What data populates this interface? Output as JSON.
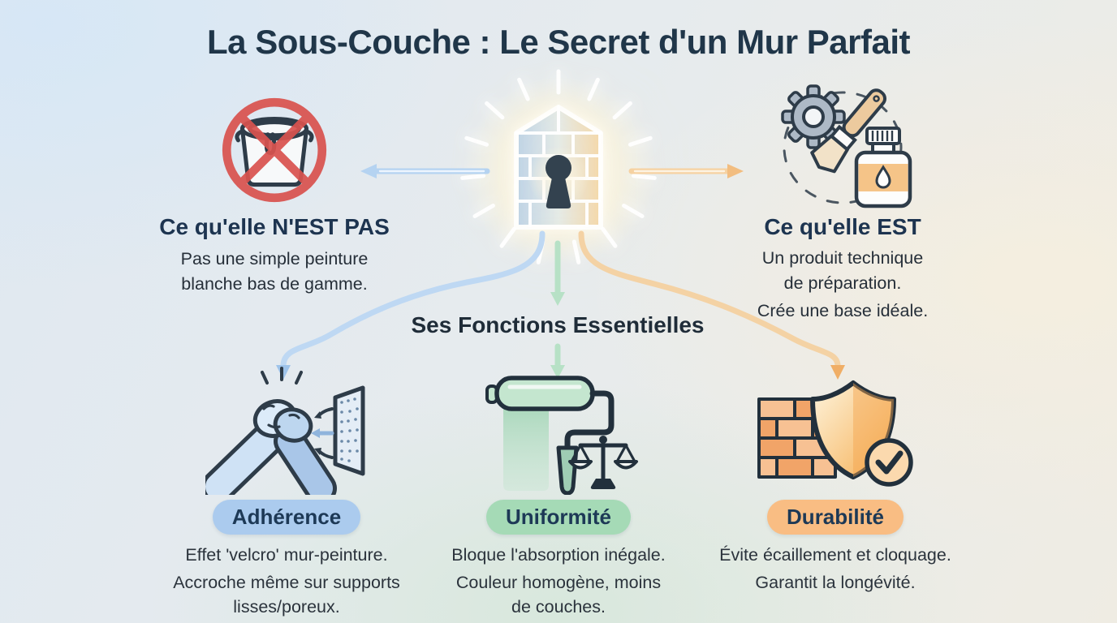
{
  "title": "La Sous-Couche : Le Secret d'un Mur Parfait",
  "center": {
    "icon": "glowing-brick-wall-keyhole"
  },
  "not_section": {
    "icon": "prohibited-paint-bucket",
    "heading": "Ce qu'elle N'EST PAS",
    "body": "Pas une simple peinture\nblanche bas de gamme."
  },
  "is_section": {
    "icon": "gear-brush-primer-bottle",
    "heading": "Ce qu'elle EST",
    "body1": "Un produit technique\nde préparation.",
    "body2": "Crée une base idéale."
  },
  "functions_heading": "Ses Fonctions Essentielles",
  "functions": [
    {
      "label": "Adhérence",
      "icon": "clasped-hands-and-wall",
      "badge_color": "#abcbee",
      "desc1": "Effet 'velcro' mur-peinture.",
      "desc2": "Accroche même sur supports\nlisses/poreux."
    },
    {
      "label": "Uniformité",
      "icon": "paint-roller-and-scales",
      "badge_color": "#a5dab6",
      "desc1": "Bloque l'absorption inégale.",
      "desc2": "Couleur homogène, moins\nde couches."
    },
    {
      "label": "Durabilité",
      "icon": "brick-wall-shield-check",
      "badge_color": "#f9bd83",
      "desc1": "Évite écaillement et cloquage.",
      "desc2": "Garantit la longévité."
    }
  ],
  "colors": {
    "title_text": "#203649",
    "body_text": "#2b333c",
    "badge_blue": "#abcbee",
    "badge_green": "#a5dab6",
    "badge_orange": "#f9bd83",
    "prohibition_red": "#d9534f",
    "arrow_blue": "#b9d5f2",
    "arrow_green": "#b7e1c6",
    "arrow_orange": "#f4d0a0"
  }
}
